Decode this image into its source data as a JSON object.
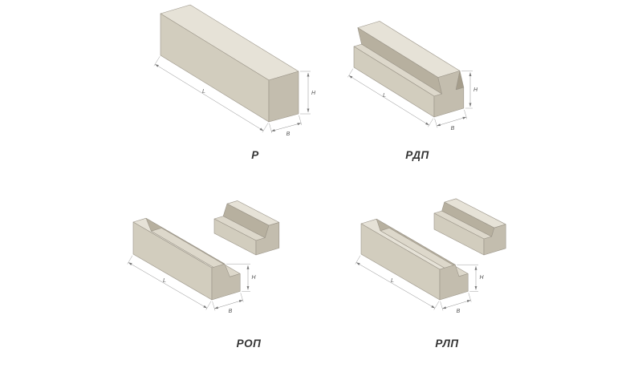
{
  "figures": [
    {
      "id": "r",
      "label": "Р",
      "dims": {
        "length": "L",
        "height": "H",
        "width": "B"
      }
    },
    {
      "id": "rdp",
      "label": "РДП",
      "dims": {
        "length": "L",
        "height": "H",
        "width": "B"
      }
    },
    {
      "id": "rop",
      "label": "РОП",
      "dims": {
        "length": "L",
        "height": "H",
        "width": "B"
      }
    },
    {
      "id": "rlp",
      "label": "РЛП",
      "dims": {
        "length": "L",
        "height": "H",
        "width": "B"
      }
    }
  ],
  "colors": {
    "background": "#ffffff",
    "face_top": "#e6e2d7",
    "face_shelf": "#ddd8cb",
    "face_side": "#d2cdbe",
    "face_end": "#c3bdae",
    "face_slope": "#b7b09f",
    "notch_shadow": "#a59d8b",
    "outline": "#9a9488",
    "dimension_line": "#8f8f8f",
    "label_color": "#333333"
  }
}
